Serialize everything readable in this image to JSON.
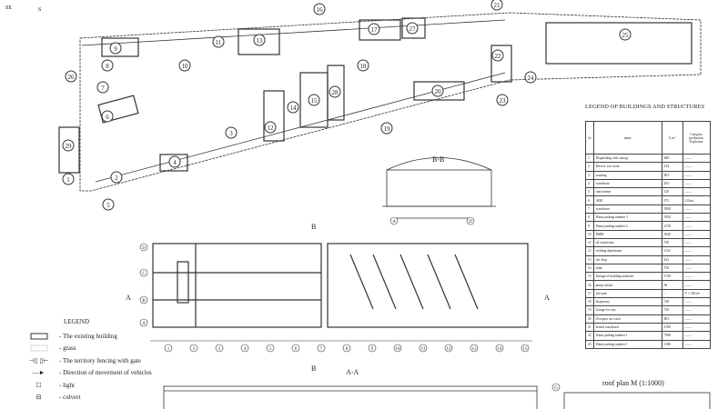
{
  "compass": {
    "labels": [
      "SE",
      "S"
    ]
  },
  "site_plan": {
    "building_numbers": [
      "1",
      "2",
      "3",
      "4",
      "5",
      "6",
      "7",
      "8",
      "9",
      "10",
      "11",
      "12",
      "13",
      "14",
      "15",
      "16",
      "17",
      "18",
      "19",
      "20",
      "21",
      "22",
      "23",
      "24",
      "25",
      "26",
      "27",
      "28",
      "29"
    ]
  },
  "section_bb": {
    "title": "B-B",
    "axes": [
      "A",
      "D"
    ]
  },
  "floor_plan": {
    "row_axes": [
      "D",
      "C",
      "B",
      "A"
    ],
    "column_axes": [
      "1",
      "2",
      "3",
      "4",
      "5",
      "6",
      "7",
      "8",
      "9",
      "10",
      "11",
      "12",
      "13",
      "14",
      "15"
    ],
    "cut_labels": [
      "A",
      "A",
      "B",
      "B"
    ]
  },
  "section_aa": {
    "title": "A-A"
  },
  "roof_plan": {
    "title": "roof plan M (1:1000)",
    "axis": "G"
  },
  "legend": {
    "title": "LEGEND",
    "items": [
      {
        "icon": "existing-building",
        "label": "- The existing building"
      },
      {
        "icon": "grass",
        "label": "- grass"
      },
      {
        "icon": "fence-gate",
        "label": "- The territory fencing with gate"
      },
      {
        "icon": "arrow-right",
        "label": "- Direction of movement of vehicles"
      },
      {
        "icon": "light",
        "label": "- light"
      },
      {
        "icon": "culvert",
        "label": "- culvert"
      }
    ]
  },
  "buildings_table": {
    "title": "LEGEND OF BUILDINGS AND STRUCTURES",
    "headers": [
      "№",
      "name",
      "S, m²",
      "Category production Explosion"
    ],
    "rows": [
      [
        "1",
        "Dispatching with canopy",
        "608",
        "——"
      ],
      [
        "2",
        "Drivers' rest room",
        "144",
        "——"
      ],
      [
        "3",
        "washing",
        "803",
        "——"
      ],
      [
        "4",
        "warehouse",
        "453",
        "——"
      ],
      [
        "5",
        "transformer",
        "120",
        "——"
      ],
      [
        "6",
        "ABK",
        "972",
        "2 floor"
      ],
      [
        "7",
        "warehouse",
        "1800",
        "——"
      ],
      [
        "8",
        "Warm parking number 3",
        "3584",
        "——"
      ],
      [
        "9",
        "Warm parking number 2",
        "2158",
        "——"
      ],
      [
        "10",
        "RMM",
        "5040",
        "——"
      ],
      [
        "11",
        "oil warehouse",
        "720",
        "——"
      ],
      [
        "12",
        "welding department",
        "1152",
        "——"
      ],
      [
        "13",
        "tire shop",
        "432",
        "——"
      ],
      [
        "14",
        "sinks",
        "576",
        "——"
      ],
      [
        "15",
        "Storage of building materials",
        "1728",
        "——"
      ],
      [
        "16",
        "pump station",
        "96",
        "——"
      ],
      [
        "17",
        "fire tank",
        "-",
        "V = 250 m³"
      ],
      [
        "18",
        "dispensary",
        "748",
        "——"
      ],
      [
        "19",
        "Garage for cars",
        "720",
        "——"
      ],
      [
        "20",
        "Overpass car wash",
        "803",
        "——"
      ],
      [
        "21",
        "heated warehouse",
        "1188",
        "——"
      ],
      [
        "22",
        "Warm parking number 1",
        "7388",
        "——"
      ],
      [
        "23",
        "Warm parking number 1",
        "1188",
        "——"
      ]
    ]
  }
}
